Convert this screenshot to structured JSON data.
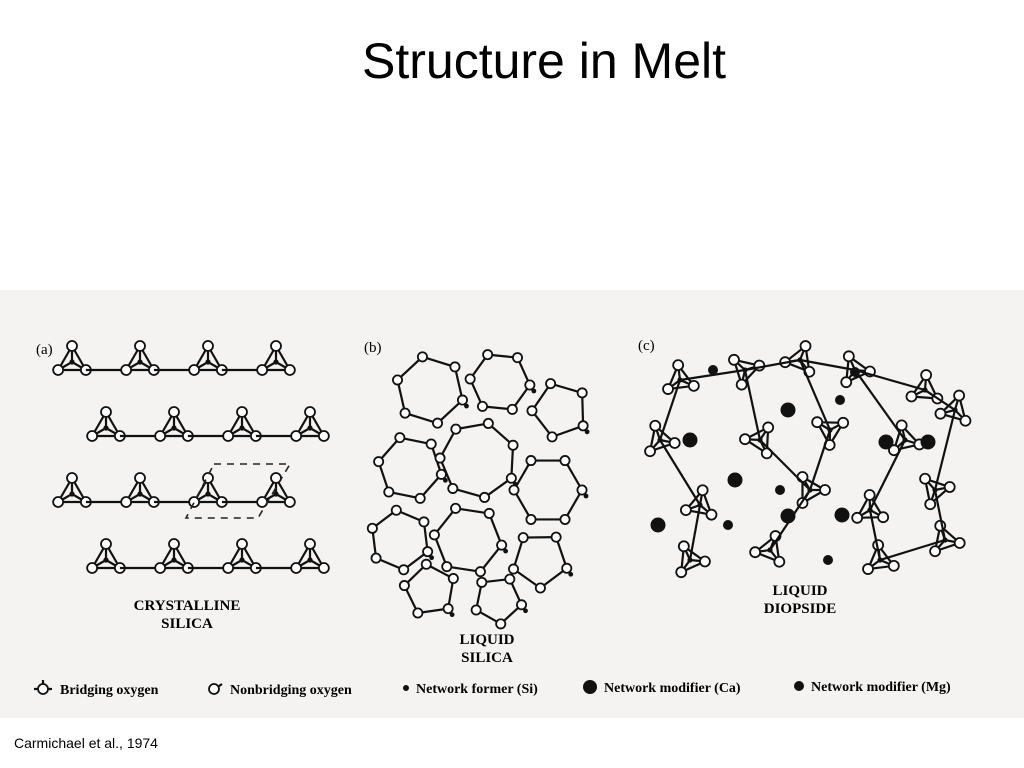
{
  "title": "Structure in Melt",
  "figure": {
    "panels": [
      {
        "tag": "(a)",
        "caption_lines": [
          "CRYSTALLINE",
          "SILICA"
        ]
      },
      {
        "tag": "(b)",
        "caption_lines": [
          "LIQUID",
          "SILICA"
        ]
      },
      {
        "tag": "(c)",
        "caption_lines": [
          "LIQUID",
          "DIOPSIDE"
        ]
      }
    ],
    "legend": [
      {
        "symbol": "bridging-oxygen",
        "label": "Bridging oxygen"
      },
      {
        "symbol": "nonbridging-oxygen",
        "label": "Nonbridging oxygen"
      },
      {
        "symbol": "network-former",
        "label": "Network former (Si)"
      },
      {
        "symbol": "modifier-ca",
        "label": "Network modifier (Ca)"
      },
      {
        "symbol": "modifier-mg",
        "label": "Network modifier (Mg)"
      }
    ]
  },
  "citation": "Carmichael et al., 1974"
}
